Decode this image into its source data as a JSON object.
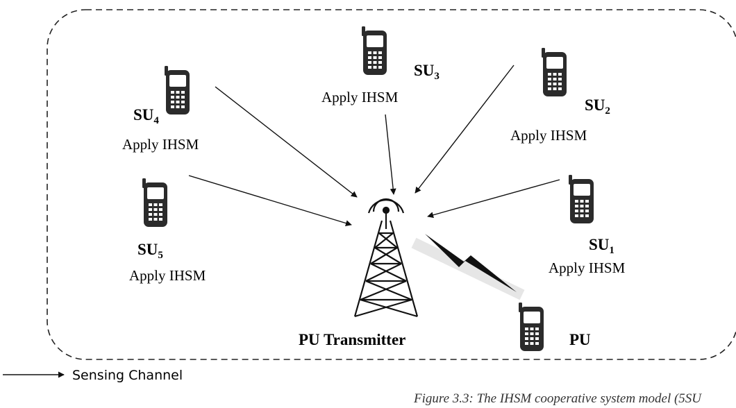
{
  "diagram": {
    "nodes": [
      {
        "id": "su3",
        "base": "SU",
        "sub": "3",
        "note": "Apply IHSM",
        "icon": "mobile-phone-icon"
      },
      {
        "id": "su2",
        "base": "SU",
        "sub": "2",
        "note": "Apply IHSM",
        "icon": "mobile-phone-icon"
      },
      {
        "id": "su4",
        "base": "SU",
        "sub": "4",
        "note": "Apply IHSM",
        "icon": "mobile-phone-icon"
      },
      {
        "id": "su5",
        "base": "SU",
        "sub": "5",
        "note": "Apply IHSM",
        "icon": "mobile-phone-icon"
      },
      {
        "id": "su1",
        "base": "SU",
        "sub": "1",
        "note": "Apply IHSM",
        "icon": "mobile-phone-icon"
      },
      {
        "id": "pu",
        "label": "PU",
        "icon": "mobile-phone-icon"
      },
      {
        "id": "tower",
        "label": "PU Transmitter",
        "icon": "transmission-tower-icon"
      }
    ],
    "edges": [
      {
        "from": "su3",
        "to": "tower",
        "kind": "sensing-channel"
      },
      {
        "from": "su2",
        "to": "tower",
        "kind": "sensing-channel"
      },
      {
        "from": "su4",
        "to": "tower",
        "kind": "sensing-channel"
      },
      {
        "from": "su5",
        "to": "tower",
        "kind": "sensing-channel"
      },
      {
        "from": "su1",
        "to": "tower",
        "kind": "sensing-channel"
      },
      {
        "from": "tower",
        "to": "pu",
        "kind": "wireless-link"
      }
    ]
  },
  "legend": {
    "label": "Sensing Channel"
  },
  "caption": "Figure 3.3: The IHSM cooperative system model (5SU"
}
